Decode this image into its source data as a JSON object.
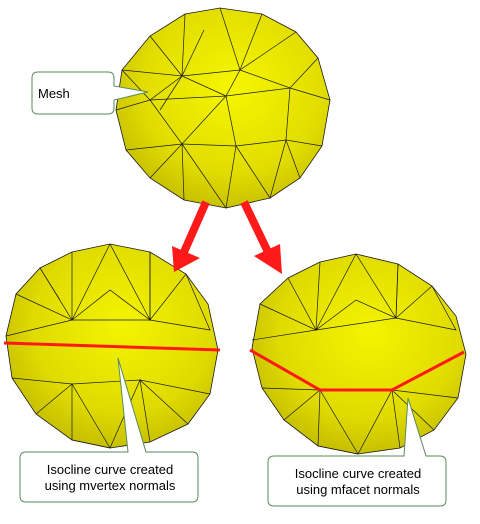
{
  "callouts": {
    "mesh": "Mesh",
    "mvertex": {
      "line1": "Isocline curve created",
      "line2": "using mvertex normals"
    },
    "mfacet": {
      "line1": "Isocline curve created",
      "line2": "using mfacet normals"
    }
  },
  "colors": {
    "mesh_fill": "#e8e800",
    "mesh_shade": "#c9c400",
    "edge": "#1a1a1a",
    "isocline": "#ff1a1a",
    "arrow": "#ff1a1a",
    "callout_border": "#5a8a5a",
    "callout_fill": "#ffffff"
  }
}
